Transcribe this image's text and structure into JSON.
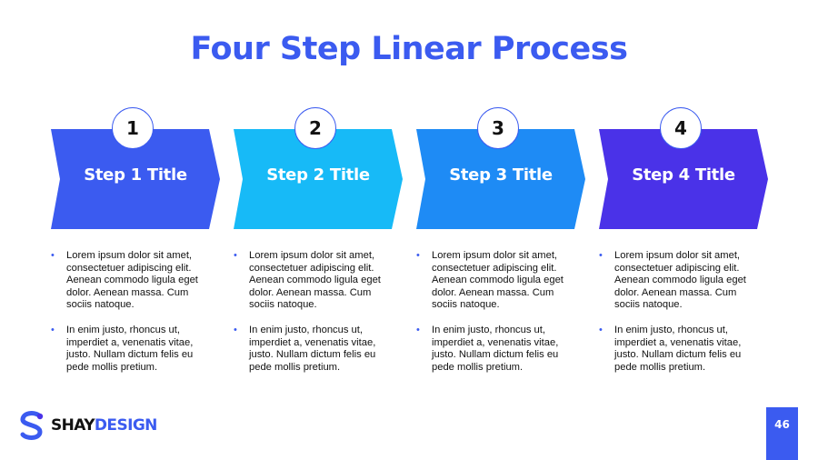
{
  "slide": {
    "title": "Four Step Linear Process",
    "page_number": "46"
  },
  "steps": [
    {
      "number": "1",
      "title": "Step 1 Title",
      "color": "#3B5BF0",
      "bullets": [
        "Lorem ipsum dolor sit amet, consectetuer adipiscing elit. Aenean commodo ligula eget dolor. Aenean massa. Cum sociis natoque.",
        "In enim justo, rhoncus ut, imperdiet a, venenatis vitae, justo. Nullam dictum felis eu pede mollis pretium."
      ]
    },
    {
      "number": "2",
      "title": "Step 2 Title",
      "color": "#17BAF7",
      "bullets": [
        "Lorem ipsum dolor sit amet, consectetuer adipiscing elit. Aenean commodo ligula eget dolor. Aenean massa. Cum sociis natoque.",
        "In enim justo, rhoncus ut, imperdiet a, venenatis vitae, justo. Nullam dictum felis eu pede mollis pretium."
      ]
    },
    {
      "number": "3",
      "title": "Step 3 Title",
      "color": "#1E8BF5",
      "bullets": [
        "Lorem ipsum dolor sit amet, consectetuer adipiscing elit. Aenean commodo ligula eget dolor. Aenean massa. Cum sociis natoque.",
        "In enim justo, rhoncus ut, imperdiet a, venenatis vitae, justo. Nullam dictum felis eu pede mollis pretium."
      ]
    },
    {
      "number": "4",
      "title": "Step 4 Title",
      "color": "#4A32E8",
      "bullets": [
        "Lorem ipsum dolor sit amet, consectetuer adipiscing elit. Aenean commodo ligula eget dolor. Aenean massa. Cum sociis natoque.",
        "In enim justo, rhoncus ut, imperdiet a, venenatis vitae, justo. Nullam dictum felis eu pede mollis pretium."
      ]
    }
  ],
  "logo": {
    "icon": "s-logo-icon",
    "word_dark": "SHAY",
    "word_accent": "DESIGN"
  },
  "colors": {
    "accent": "#3B5BF0",
    "text": "#111111",
    "background": "#FFFFFF"
  }
}
